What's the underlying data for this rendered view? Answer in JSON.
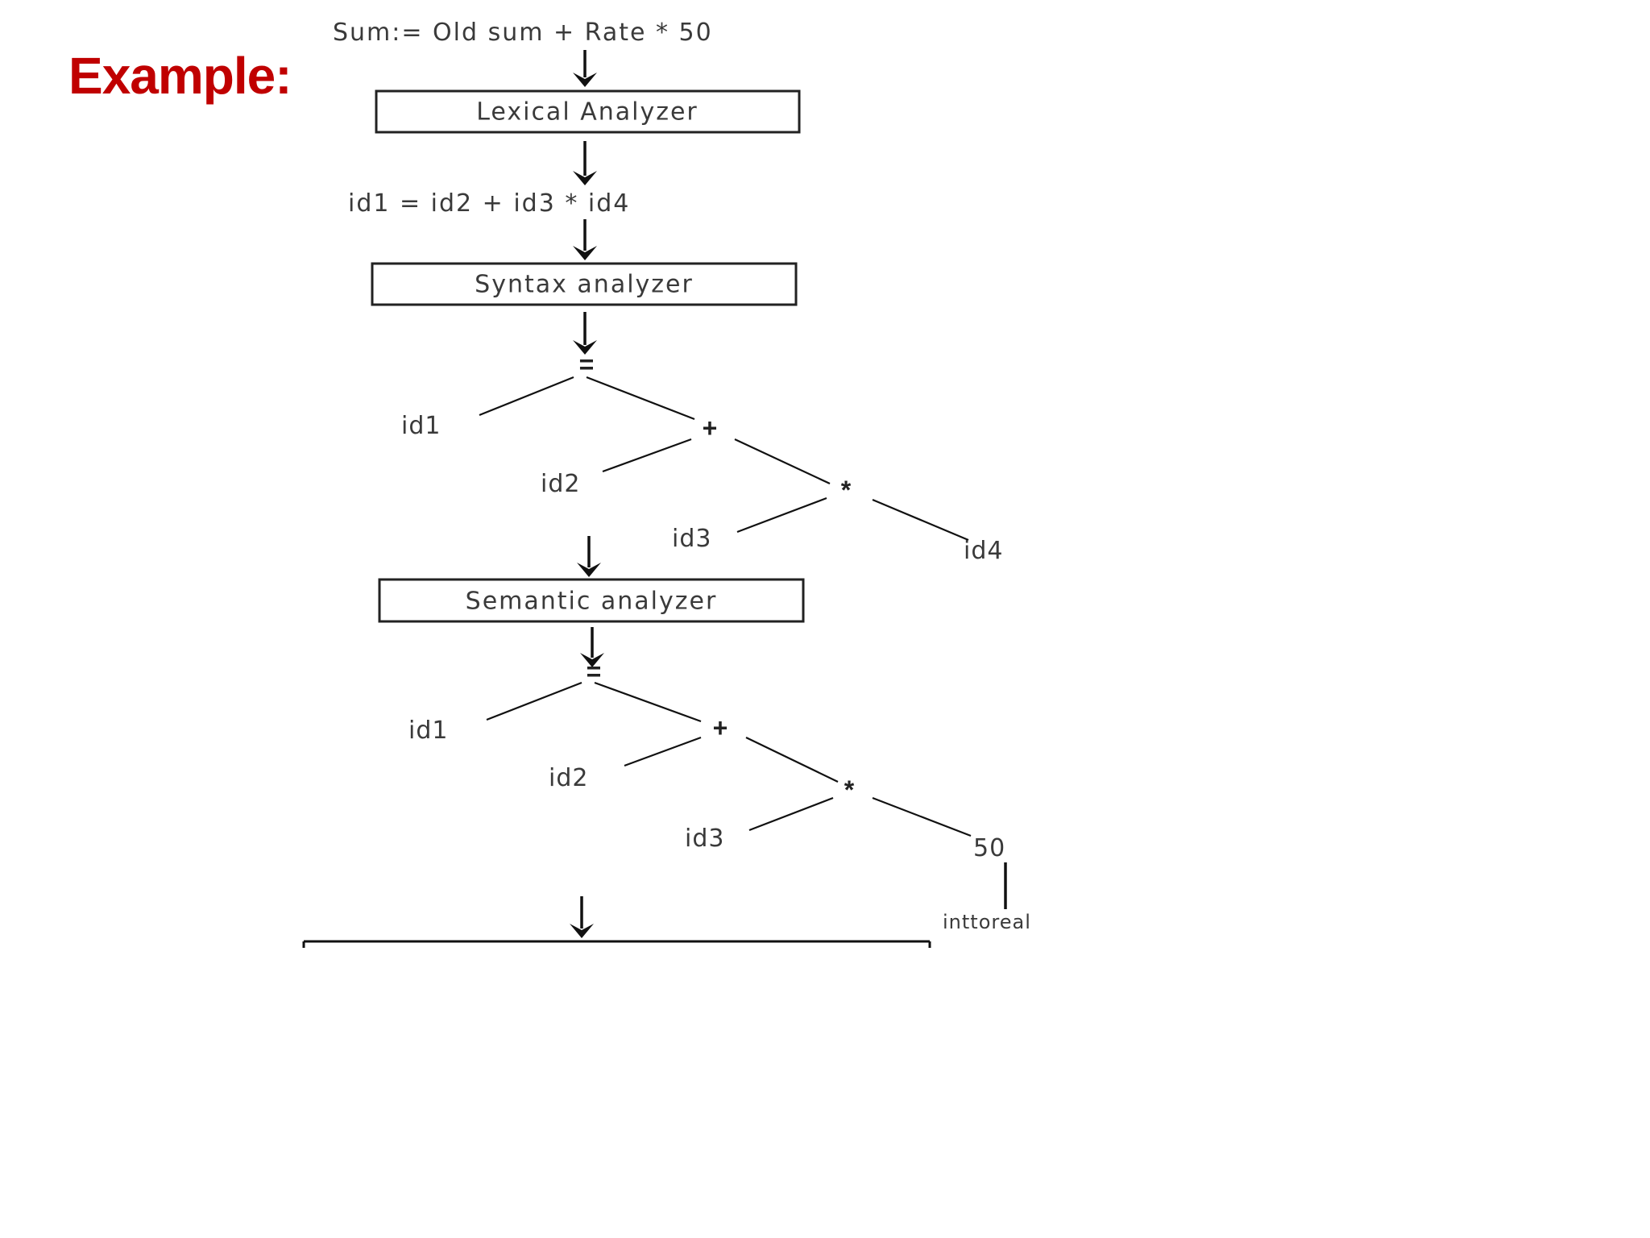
{
  "slide": {
    "title": "Example:"
  },
  "diagram": {
    "source_statement": "Sum:= Old sum + Rate * 50",
    "lexical_box": "Lexical Analyzer",
    "token_stream": "id1 = id2 + id3 * id4",
    "syntax_box": "Syntax analyzer",
    "semantic_box": "Semantic analyzer",
    "syntax_tree": {
      "root": "=",
      "plus": "+",
      "times": "*",
      "id1": "id1",
      "id2": "id2",
      "id3": "id3",
      "id4": "id4"
    },
    "semantic_tree": {
      "root": "=",
      "plus": "+",
      "times": "*",
      "id1": "id1",
      "id2": "id2",
      "id3": "id3",
      "const": "50",
      "conversion": "inttoreal"
    }
  }
}
